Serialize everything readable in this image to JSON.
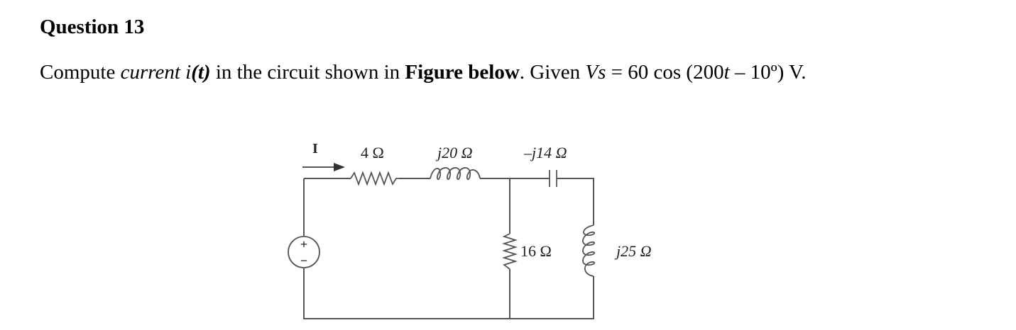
{
  "question": {
    "title": "Question 13",
    "prompt": {
      "p1": "Compute ",
      "p2": "current i",
      "p3": "(t)",
      "p4": " in the circuit shown in ",
      "p5": "Figure below",
      "p6": ". Given ",
      "p7": "Vs",
      "p8": " = 60 cos (200",
      "p9": "t",
      "p10": " – 10º) V."
    }
  },
  "circuit": {
    "current_label": "I",
    "resistor_series": "4 Ω",
    "inductor_series": "j20 Ω",
    "capacitor": "–j14 Ω",
    "resistor_shunt": "16 Ω",
    "inductor_shunt": "j25 Ω",
    "source_plus": "+",
    "source_minus": "−"
  }
}
